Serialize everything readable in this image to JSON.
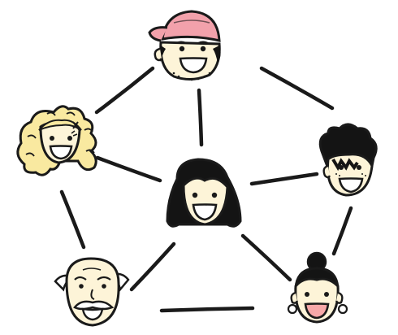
{
  "colors": {
    "background": "#ffffff",
    "line": "#1a1a1a",
    "skin": "#fdf4d8",
    "outline": "#1a1a1a",
    "hair_dark": "#141414",
    "hair_blonde": "#f9e9a0",
    "hat_pink": "#f2a1ab",
    "mouth_pink": "#f7a8a8",
    "hair_white": "#ffffff"
  },
  "diagram": {
    "type": "network",
    "nodes": [
      {
        "id": "top",
        "description": "person-with-pink-cap"
      },
      {
        "id": "left",
        "description": "person-with-blonde-curly-hair"
      },
      {
        "id": "center",
        "description": "person-with-dark-bob-hair"
      },
      {
        "id": "right",
        "description": "person-with-dark-messy-hair"
      },
      {
        "id": "bottom-left",
        "description": "older-man-with-mustache"
      },
      {
        "id": "bottom-right",
        "description": "woman-with-hair-bun-and-earrings"
      }
    ],
    "edges": [
      [
        "top",
        "left"
      ],
      [
        "top",
        "center"
      ],
      [
        "top",
        "right"
      ],
      [
        "left",
        "center"
      ],
      [
        "left",
        "bottom-left"
      ],
      [
        "center",
        "right"
      ],
      [
        "center",
        "bottom-left"
      ],
      [
        "center",
        "bottom-right"
      ],
      [
        "right",
        "bottom-right"
      ],
      [
        "bottom-left",
        "bottom-right"
      ]
    ]
  }
}
